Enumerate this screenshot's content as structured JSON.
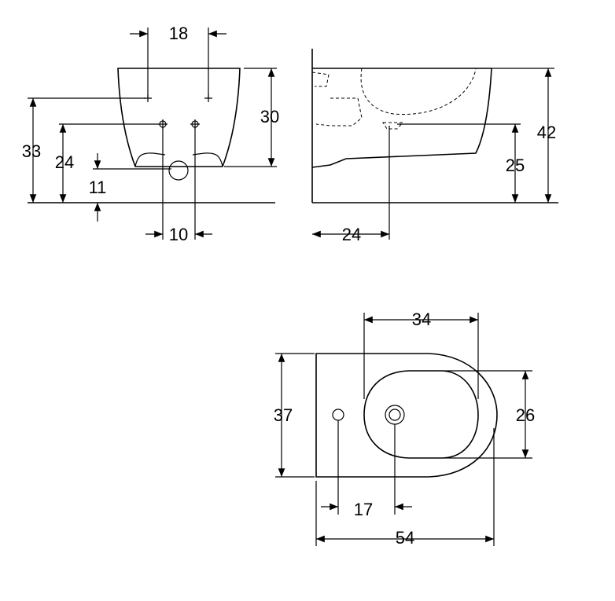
{
  "front_view": {
    "dim_hole_spacing": "18",
    "dim_height": "30",
    "dim_upper_holes": "33",
    "dim_lower_holes": "24",
    "dim_bottom": "11",
    "dim_lower_spacing": "10"
  },
  "side_view": {
    "dim_total_height": "42",
    "dim_outlet_height": "25",
    "dim_outlet_depth": "24"
  },
  "top_view": {
    "dim_bowl_length": "34",
    "dim_width": "37",
    "dim_bowl_width": "26",
    "dim_hole_distance": "17",
    "dim_total_length": "54"
  }
}
